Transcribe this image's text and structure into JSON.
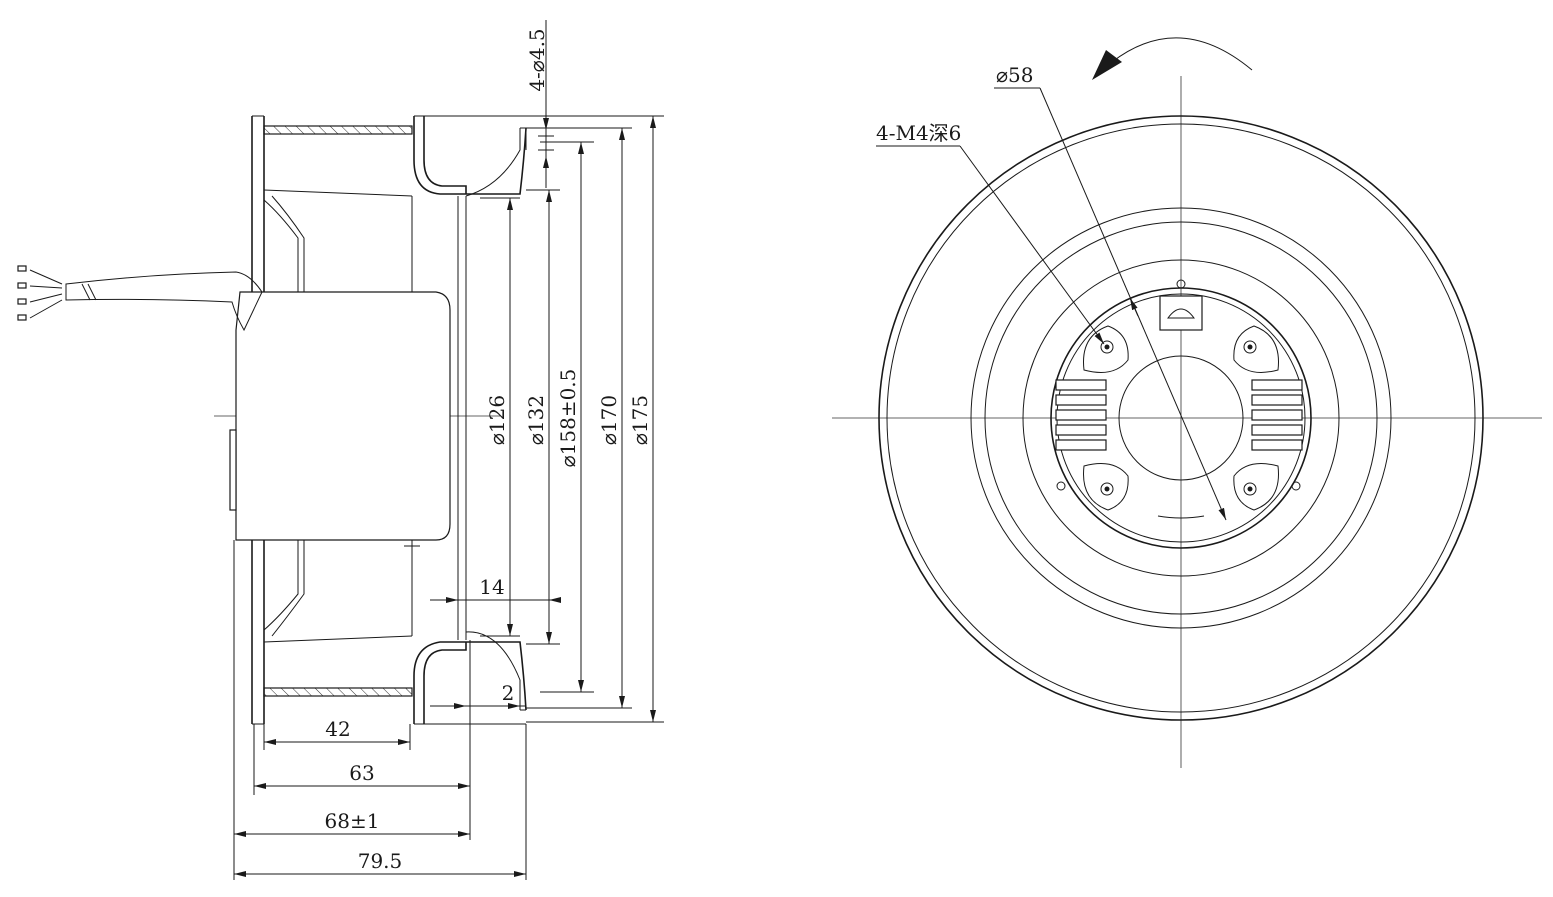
{
  "side_view": {
    "dims": {
      "hole_spec": "4-⌀4.5",
      "d126": "⌀126",
      "d132": "⌀132",
      "d158": "⌀158±0.5",
      "d170": "⌀170",
      "d175": "⌀175",
      "w14": "14",
      "w2": "2",
      "w42": "42",
      "w63": "63",
      "w68": "68±1",
      "w79_5": "79.5"
    }
  },
  "front_view": {
    "dims": {
      "d58": "⌀58",
      "thread_spec": "4-M4深6"
    },
    "rotation": "counter-clockwise"
  }
}
